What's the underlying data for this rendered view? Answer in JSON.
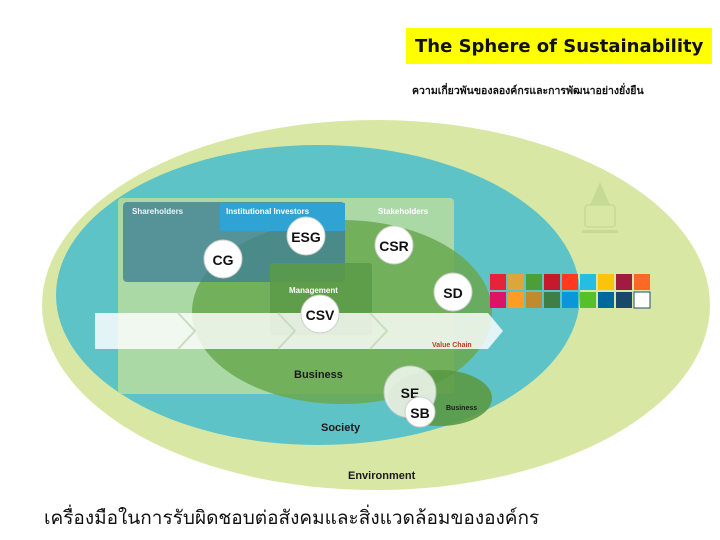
{
  "title": "The Sphere of Sustainability",
  "subtitle_th": "ความเกี่ยวพันของลองค์กรและการพัฒนาอย่างยั่งยืน",
  "caption_th": "เครื่องมือในการรับผิดชอบต่อสังคมและสิ่งแวดล้อมขององค์กร",
  "labels": {
    "shareholders": "Shareholders",
    "institutional_investors": "Institutional Investors",
    "stakeholders": "Stakeholders",
    "management": "Management",
    "value_chain": "Value Chain",
    "business": "Business",
    "business_small": "Business",
    "society": "Society",
    "environment": "Environment"
  },
  "bubbles": {
    "esg": "ESG",
    "cg": "CG",
    "csr": "CSR",
    "csv": "CSV",
    "sd": "SD",
    "se": "SE",
    "sb": "SB"
  },
  "colors": {
    "environment": "#d8e8a4",
    "society": "#5ec3c7",
    "stakeholders_box": "#b7d98a",
    "business_ellipse": "#6aa84f",
    "shareholders_box": "#4a90a4",
    "investors_bar": "#2ea3d4",
    "value_chain": "#ffffff",
    "value_chain_label": "#c0392b",
    "title_bg": "#ffff00"
  },
  "sdg_icons": [
    "sdg-1",
    "sdg-2",
    "sdg-3",
    "sdg-4",
    "sdg-5",
    "sdg-6",
    "sdg-7",
    "sdg-8",
    "sdg-9",
    "sdg-10",
    "sdg-11",
    "sdg-12",
    "sdg-13",
    "sdg-14",
    "sdg-15",
    "sdg-16",
    "sdg-17",
    "sdg-logo"
  ]
}
